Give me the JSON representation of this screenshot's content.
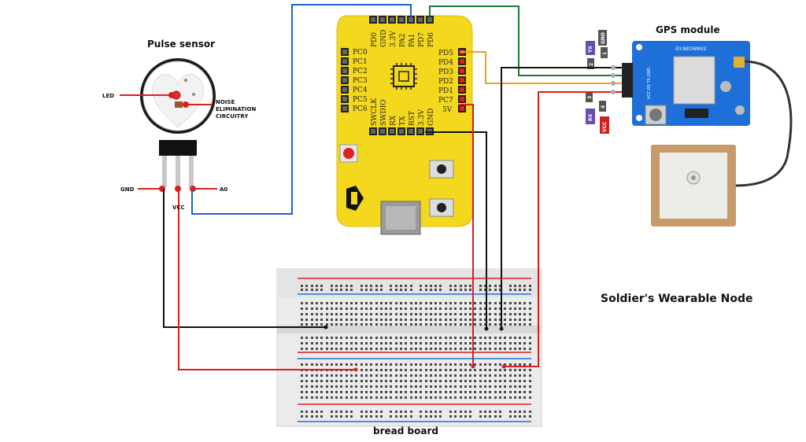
{
  "titles": {
    "pulse_sensor": "Pulse sensor",
    "gps_module": "GPS module",
    "node": "Soldier's Wearable Node",
    "breadboard": "bread board"
  },
  "pulse_sensor": {
    "led": "LED",
    "noise_1": "NOISE",
    "noise_2": "ELIMINATION",
    "noise_3": "CIRCUITRY",
    "gnd": "GND",
    "vcc": "VCC",
    "a0": "A0"
  },
  "board": {
    "left_pins": [
      "PC0",
      "PC1",
      "PC2",
      "PC3",
      "PC4",
      "PC5",
      "PC6"
    ],
    "top_pins": [
      "PD0",
      "GND",
      "3.3V",
      "PA2",
      "PA1",
      "PD7",
      "PD6"
    ],
    "right_pins": [
      "PD5",
      "PD4",
      "PD3",
      "PD2",
      "PD1",
      "PC7",
      "5V"
    ],
    "bottom_pins": [
      "SWCLK",
      "SWDIO",
      "RX",
      "TX",
      "RST",
      "3.3V",
      "GND"
    ]
  },
  "gps": {
    "board_label": "GY-NEO6MV2",
    "pin_labels": "VCC RX TX GND",
    "tag_gnd": "GND",
    "tag_tx": "TX",
    "tag_rx": "RX",
    "tag_vcc": "VCC",
    "num_1": "1",
    "num_2": "2",
    "num_3": "3",
    "num_4": "4"
  },
  "colors": {
    "board": "#f3d81e",
    "wire_black": "#111111",
    "wire_red": "#d82020",
    "wire_blue": "#1f5fd0",
    "wire_green": "#1a7a3a",
    "wire_orange": "#f0a020",
    "gps_blue": "#1f6fd8",
    "antenna": "#c79a6a"
  }
}
